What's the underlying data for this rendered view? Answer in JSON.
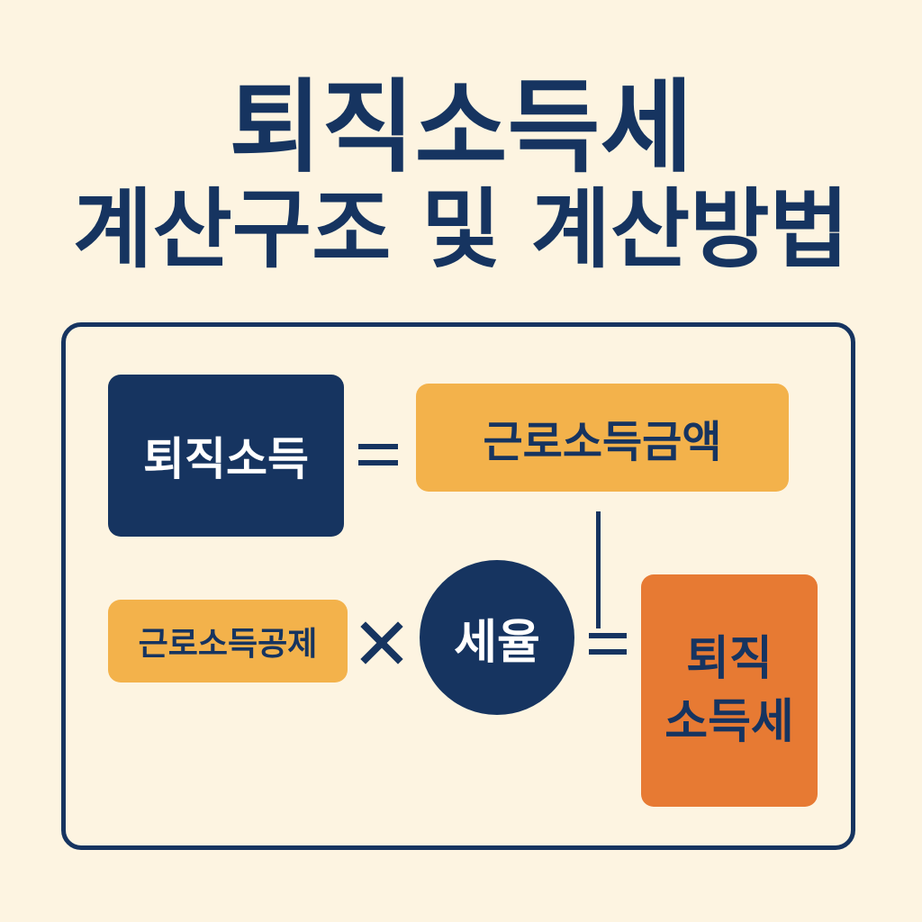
{
  "title": {
    "line1": "퇴직소득세",
    "line2": "계산구조 및 계산방법"
  },
  "diagram": {
    "retirement_income": "퇴직소득",
    "earned_income_amount": "근로소득금액",
    "earned_income_deduction": "근로소득공제",
    "tax_rate": "세율",
    "result_line1": "퇴직",
    "result_line2": "소득세"
  },
  "colors": {
    "background": "#fdf4e1",
    "navy": "#163460",
    "amber": "#f3b24b",
    "orange": "#e77a33"
  }
}
